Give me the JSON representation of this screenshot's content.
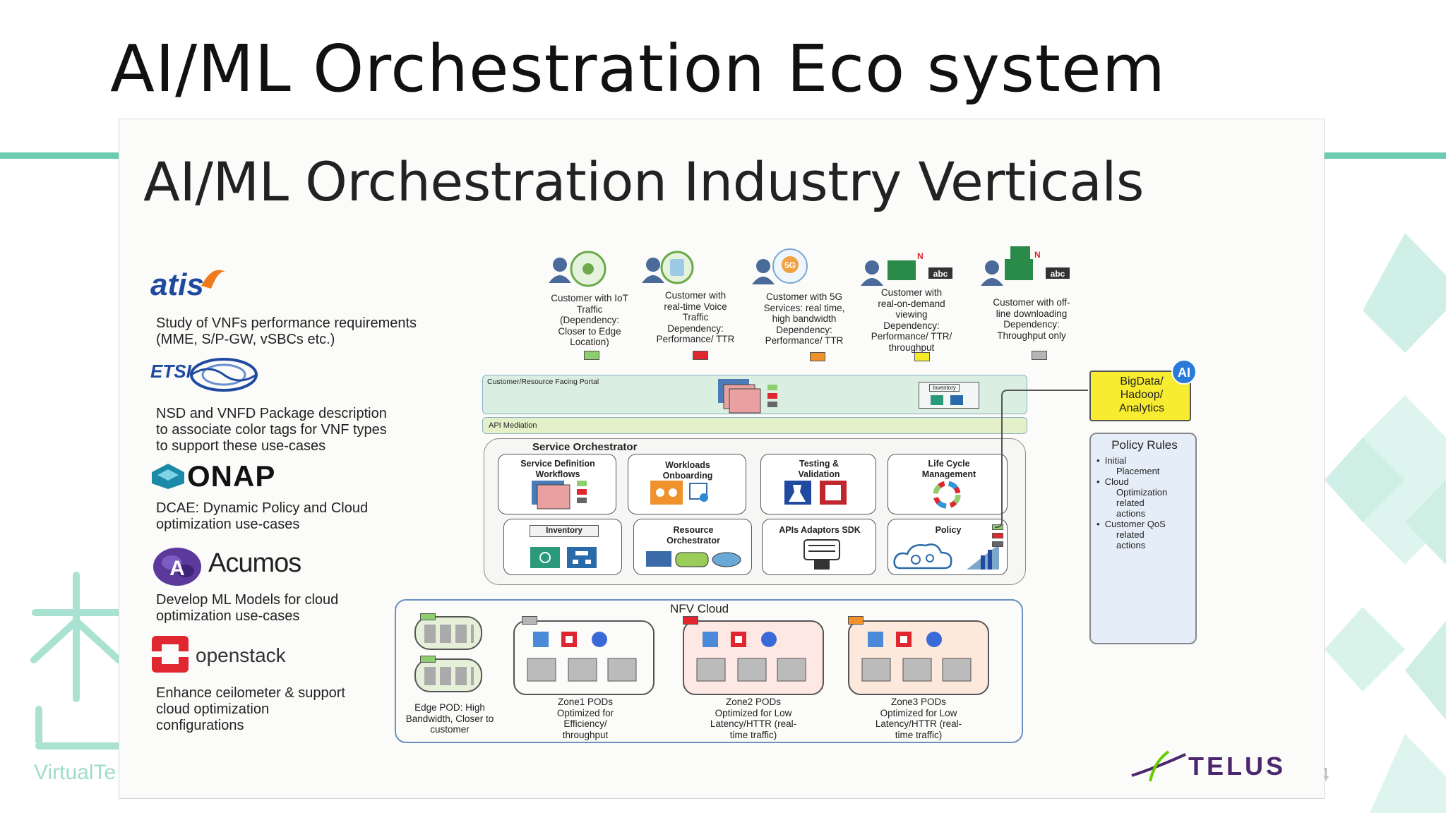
{
  "slide": {
    "title": "AI/ML Orchestration Eco system",
    "brand": "VirtualTe",
    "page_number": "4"
  },
  "diagram": {
    "title": "AI/ML Orchestration Industry Verticals",
    "orgs": [
      {
        "name": "atis",
        "description": [
          "Study of VNFs performance requirements",
          "(MME, S/P-GW, vSBCs etc.)"
        ]
      },
      {
        "name": "ETSI",
        "description": [
          "NSD and VNFD Package description",
          "to associate color tags for VNF types",
          "to support these use-cases"
        ]
      },
      {
        "name": "ONAP",
        "description": [
          "DCAE: Dynamic Policy and Cloud",
          "optimization use-cases"
        ]
      },
      {
        "name": "Acumos",
        "description": [
          "Develop ML Models for cloud",
          "optimization use-cases"
        ]
      },
      {
        "name": "openstack",
        "description": [
          "Enhance ceilometer & support",
          "cloud optimization",
          "configurations"
        ]
      }
    ],
    "customers": [
      {
        "lines": [
          "Customer with IoT",
          "Traffic",
          "(Dependency:",
          "Closer to Edge",
          "Location)"
        ],
        "tag_color": "#8fce6f"
      },
      {
        "lines": [
          "Customer with",
          "real-time Voice",
          "Traffic",
          "Dependency:",
          "Performance/ TTR"
        ],
        "tag_color": "#e0262e"
      },
      {
        "lines": [
          "Customer with 5G",
          "Services: real time,",
          "high bandwidth",
          "Dependency:",
          "Performance/ TTR"
        ],
        "tag_color": "#f0922c"
      },
      {
        "lines": [
          "Customer with",
          "real-on-demand",
          "viewing",
          "Dependency:",
          "Performance/ TTR/",
          "throughput"
        ],
        "tag_color": "#f5ea2a"
      },
      {
        "lines": [
          "Customer with off-",
          "line downloading",
          "Dependency:",
          "Throughput only"
        ],
        "tag_color": "#b5b5b5"
      }
    ],
    "portal_label": "Customer/Resource Facing Portal",
    "inventory_mini": "Inventory",
    "api_mediation": "API Mediation",
    "service_orchestrator": "Service Orchestrator",
    "so_boxes": [
      {
        "title": "Service Definition Workflows"
      },
      {
        "title": "Workloads Onboarding"
      },
      {
        "title": "Testing & Validation"
      },
      {
        "title": "Life Cycle Management"
      },
      {
        "title": "Inventory"
      },
      {
        "title": "Resource Orchestrator"
      },
      {
        "title": "APIs Adaptors SDK"
      },
      {
        "title": "Policy"
      }
    ],
    "bigdata": {
      "label": [
        "BigData/",
        "Hadoop/",
        "Analytics"
      ],
      "badge": "AI"
    },
    "policy_rules": {
      "title": "Policy Rules",
      "items": [
        [
          "Initial",
          "Placement"
        ],
        [
          "Cloud",
          "Optimization",
          "related",
          "actions"
        ],
        [
          "Customer QoS",
          "related",
          "actions"
        ]
      ]
    },
    "nfv_cloud": "NFV Cloud",
    "pods": [
      {
        "lines": [
          "Edge POD: High",
          "Bandwidth, Closer to",
          "customer"
        ]
      },
      {
        "lines": [
          "Zone1 PODs",
          "Optimized for",
          "Efficiency/",
          "throughput"
        ],
        "tag_color": "#b5b5b5"
      },
      {
        "lines": [
          "Zone2 PODs",
          "Optimized for Low",
          "Latency/HTTR (real-",
          "time traffic)"
        ],
        "tag_color": "#e0262e"
      },
      {
        "lines": [
          "Zone3 PODs",
          "Optimized for Low",
          "Latency/HTTR (real-",
          "time traffic)"
        ],
        "tag_color": "#f0922c"
      }
    ],
    "logo": "TELUS"
  },
  "colors": {
    "accent_teal": "#6ccbb0",
    "deco_teal": "#a9e2d1",
    "portal_fill": "#dbeee2",
    "bigdata_fill": "#f7ec2f",
    "policy_fill": "#e5eef8",
    "telus_purple": "#4b286d",
    "telus_green": "#66cc00"
  }
}
